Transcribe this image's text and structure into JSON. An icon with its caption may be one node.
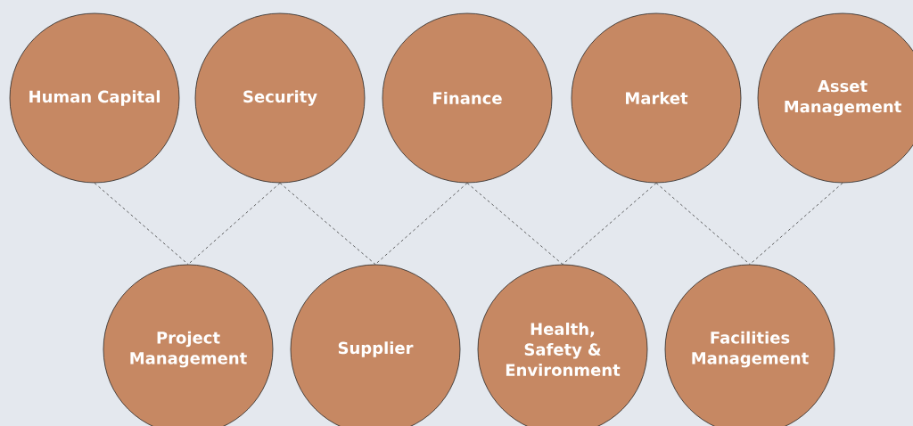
{
  "diagram": {
    "nodes": [
      {
        "text": [
          "Human Capital"
        ]
      },
      {
        "text": [
          "Security"
        ]
      },
      {
        "text": [
          "Finance"
        ]
      },
      {
        "text": [
          "Market"
        ]
      },
      {
        "text": [
          "Asset Management"
        ]
      },
      {
        "text": [
          "Project Management"
        ]
      },
      {
        "text": [
          "Supplier"
        ]
      },
      {
        "text": [
          "Health, Safety & Environment"
        ]
      },
      {
        "text": [
          "Facilities Management"
        ]
      }
    ],
    "edges": [
      {
        "from": 0,
        "to": 5,
        "arrow": "none",
        "style": "dashed"
      },
      {
        "from": 1,
        "to": 5,
        "arrow": "none",
        "style": "dashed"
      },
      {
        "from": 1,
        "to": 6,
        "arrow": "none",
        "style": "dashed"
      },
      {
        "from": 2,
        "to": 6,
        "arrow": "none",
        "style": "dashed"
      },
      {
        "from": 2,
        "to": 7,
        "arrow": "none",
        "style": "dashed"
      },
      {
        "from": 3,
        "to": 7,
        "arrow": "none",
        "style": "dashed"
      },
      {
        "from": 3,
        "to": 8,
        "arrow": "none",
        "style": "dashed"
      },
      {
        "from": 4,
        "to": 8,
        "arrow": "none",
        "style": "dashed"
      }
    ]
  }
}
